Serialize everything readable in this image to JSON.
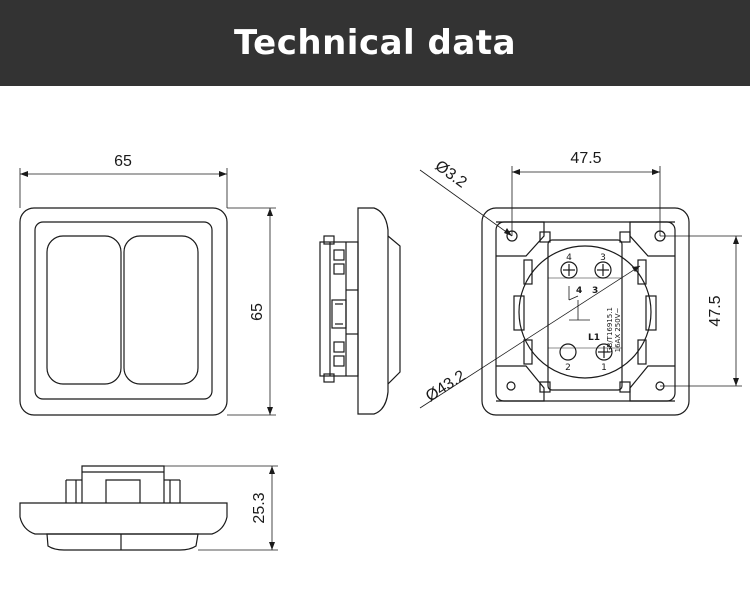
{
  "header": {
    "title": "Technical data"
  },
  "front_view": {
    "width_label": "65",
    "height_label": "65"
  },
  "side_view": {},
  "bottom_view": {
    "height_label": "25.3"
  },
  "back_view": {
    "width_label": "47.5",
    "height_label": "47.5",
    "hole_label": "Ø3.2",
    "diameter_label": "Ø43.2",
    "terminals": {
      "t4": "4",
      "t3": "3",
      "t2": "2",
      "t1": "1",
      "l1": "L1",
      "m4": "4",
      "m3": "3"
    },
    "rating_lines": [
      "GB/T16915.1",
      "16AX 250V~"
    ]
  },
  "colors": {
    "header_bg": "#333333",
    "header_text": "#ffffff",
    "line": "#1a1a1a"
  }
}
